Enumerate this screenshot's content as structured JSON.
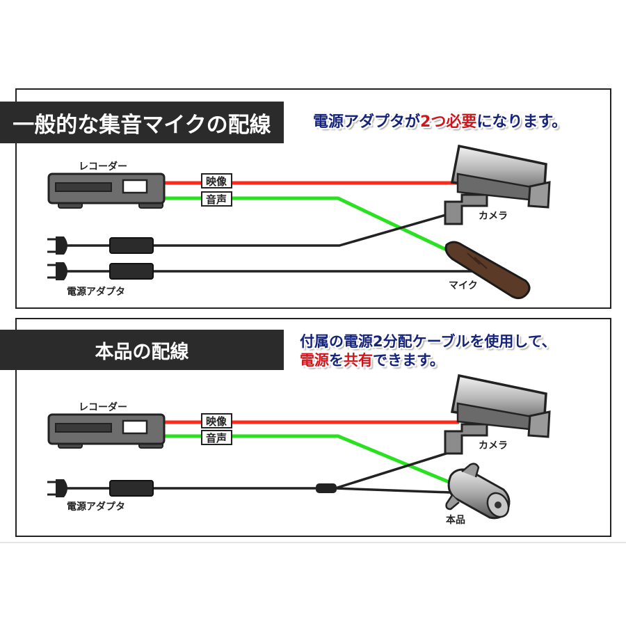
{
  "top": {
    "title": "一般的な集音マイクの配線",
    "note_parts": [
      "電源アダプタが",
      "2つ必要",
      "になります。"
    ],
    "recorder_label": "レコーダー",
    "video_label": "映像",
    "audio_label": "音声",
    "camera_label": "カメラ",
    "mic_label": "マイク",
    "adapter_label": "電源アダプタ"
  },
  "bottom": {
    "title": "本品の配線",
    "note_line1": "付属の電源2分配ケーブルを使用して、",
    "note_line2_parts": [
      "電源",
      "を",
      "共有",
      "できます。"
    ],
    "recorder_label": "レコーダー",
    "video_label": "映像",
    "audio_label": "音声",
    "camera_label": "カメラ",
    "product_label": "本品",
    "adapter_label": "電源アダプタ"
  },
  "colors": {
    "video_line": "#ff2a1a",
    "audio_line": "#29e21f",
    "power_line": "#222222",
    "accent_red": "#d4141a",
    "accent_navy": "#15237a"
  }
}
